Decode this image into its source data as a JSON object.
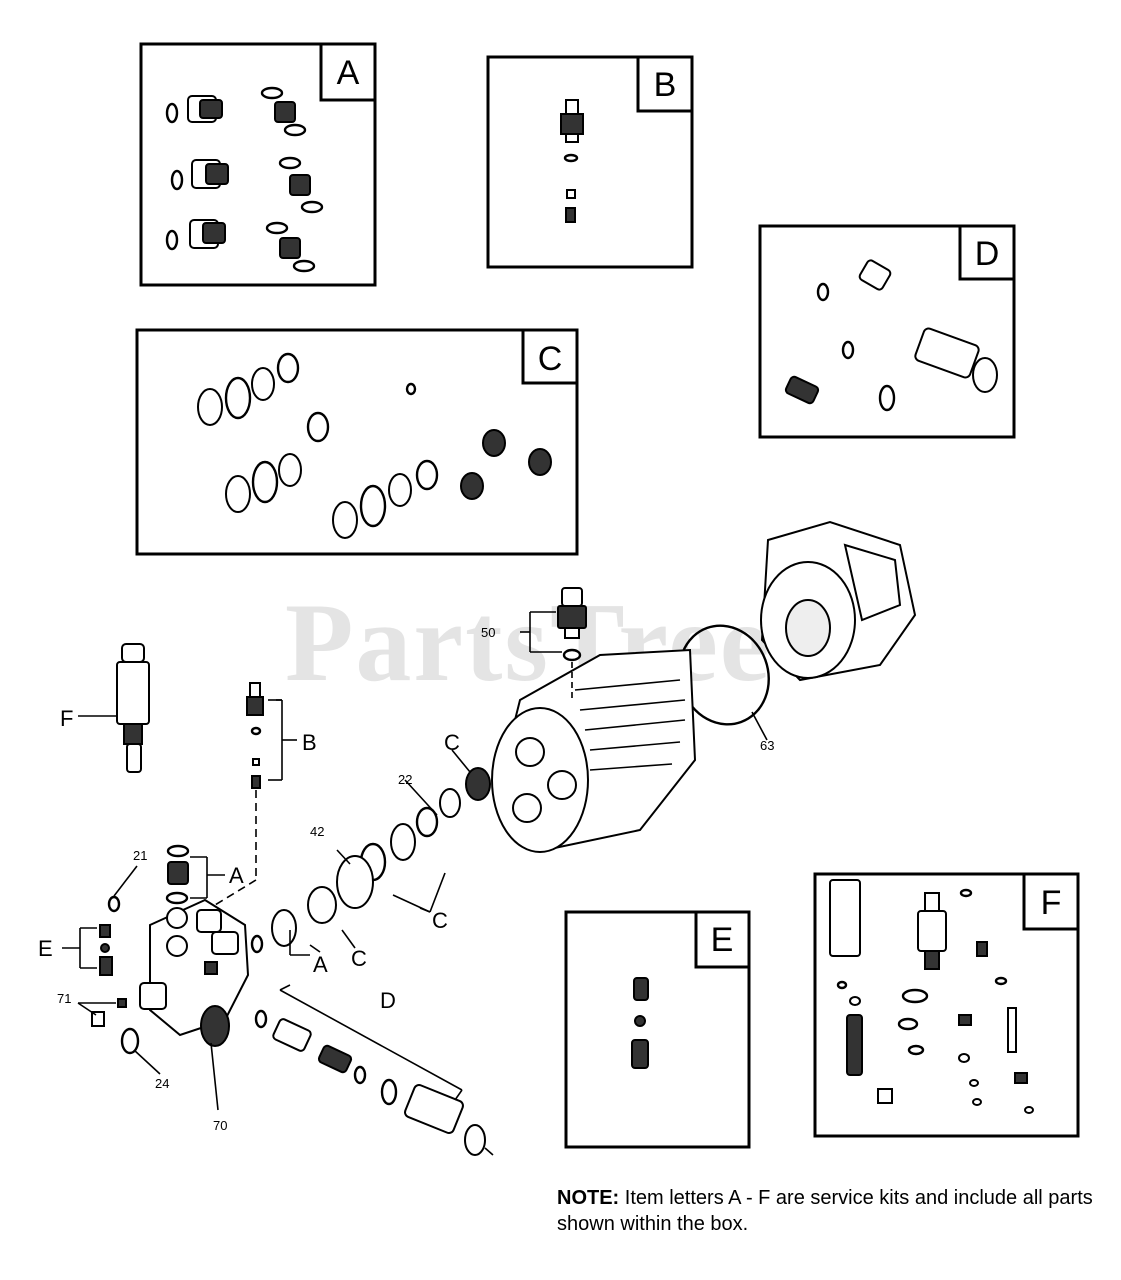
{
  "watermark": "PartsTree",
  "kits": [
    {
      "id": "A",
      "label": "A"
    },
    {
      "id": "B",
      "label": "B"
    },
    {
      "id": "C",
      "label": "C"
    },
    {
      "id": "D",
      "label": "D"
    },
    {
      "id": "E",
      "label": "E"
    },
    {
      "id": "F",
      "label": "F"
    }
  ],
  "callouts": {
    "n21": "21",
    "n22": "22",
    "n24": "24",
    "n42": "42",
    "n50": "50",
    "n63": "63",
    "n70": "70",
    "n71": "71",
    "F": "F",
    "B": "B",
    "A1": "A",
    "A2": "A",
    "C1": "C",
    "C2": "C",
    "C3": "C",
    "D": "D",
    "E": "E"
  },
  "note": {
    "bold": "NOTE:",
    "text": " Item letters A - F are service kits and include all parts shown within the box."
  }
}
